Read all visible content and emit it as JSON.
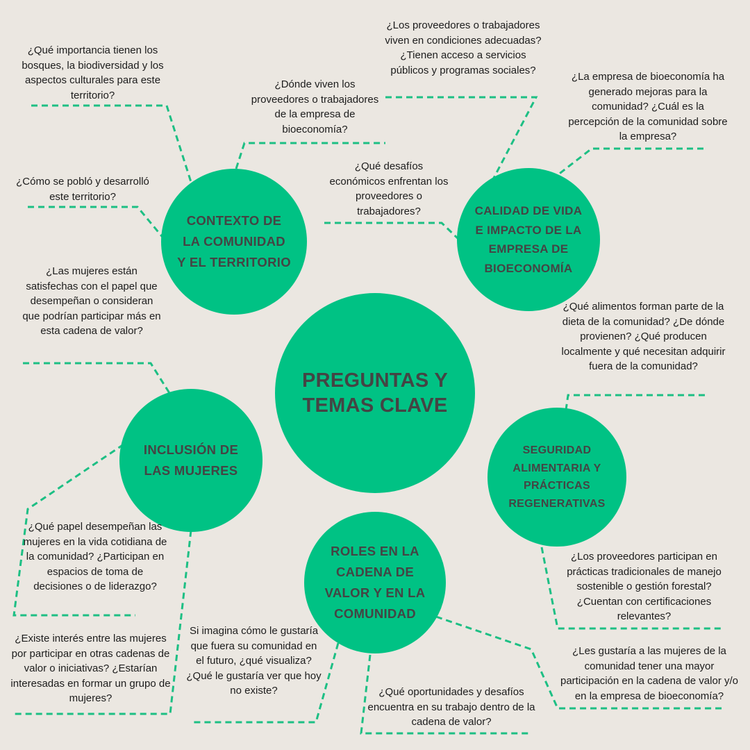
{
  "center": {
    "title": "PREGUNTAS Y TEMAS CLAVE"
  },
  "themes": {
    "contexto": "CONTEXTO DE LA COMUNIDAD Y EL TERRITORIO",
    "calidad": "CALIDAD DE VIDA E IMPACTO DE LA EMPRESA DE BIOECONOMÍA",
    "inclusion": "INCLUSIÓN DE LAS MUJERES",
    "seguridad": "SEGURIDAD ALIMENTARIA Y PRÁCTICAS REGENERATIVAS",
    "roles": "ROLES EN LA CADENA DE VALOR Y EN LA COMUNIDAD"
  },
  "questions": {
    "q_bosques": "¿Qué importancia tienen los bosques, la biodiversidad y los aspectos culturales para este territorio?",
    "q_donde_viven": "¿Dónde viven los proveedores o trabajadores de la empresa de bioeconomía?",
    "q_condiciones": "¿Los proveedores o trabajadores viven en condiciones adecuadas? ¿Tienen acceso a servicios públicos y programas sociales?",
    "q_mejoras": "¿La empresa de bioeconomía ha generado mejoras para la comunidad? ¿Cuál es la percepción de la comunidad sobre la empresa?",
    "q_poblo": "¿Cómo se pobló y desarrolló este territorio?",
    "q_desafios_economicos": "¿Qué desafíos económicos enfrentan los proveedores o trabajadores?",
    "q_mujeres_satisfechas": "¿Las mujeres están satisfechas con el papel que desempeñan o consideran que podrían participar más en esta cadena de valor?",
    "q_alimentos": "¿Qué alimentos forman parte de la dieta de la comunidad? ¿De dónde provienen? ¿Qué producen localmente y qué necesitan adquirir fuera de la comunidad?",
    "q_papel_mujeres": "¿Qué papel desempeñan las mujeres en la vida cotidiana de la comunidad? ¿Participan en espacios de toma de decisiones o de liderazgo?",
    "q_practicas": "¿Los proveedores participan en prácticas tradicionales de manejo sostenible o gestión forestal? ¿Cuentan con certificaciones relevantes?",
    "q_interes_mujeres": "¿Existe interés entre las mujeres por participar en otras cadenas de valor o iniciativas? ¿Estarían interesadas en formar un grupo de mujeres?",
    "q_futuro": "Si imagina cómo le gustaría que fuera su comunidad en el futuro, ¿qué visualiza? ¿Qué le gustaría ver que hoy no existe?",
    "q_oportunidades": "¿Qué oportunidades y desafíos encuentra en su trabajo dentro de la cadena de valor?",
    "q_participacion_mujeres": "¿Les gustaría a las mujeres de la comunidad tener una mayor participación en la cadena de valor y/o en la empresa de bioeconomía?"
  },
  "colors": {
    "background": "#ebe7e1",
    "circle": "#00c284",
    "circle_text": "#444444",
    "connector": "#1dbf84",
    "question_text": "#1c1c1c"
  }
}
